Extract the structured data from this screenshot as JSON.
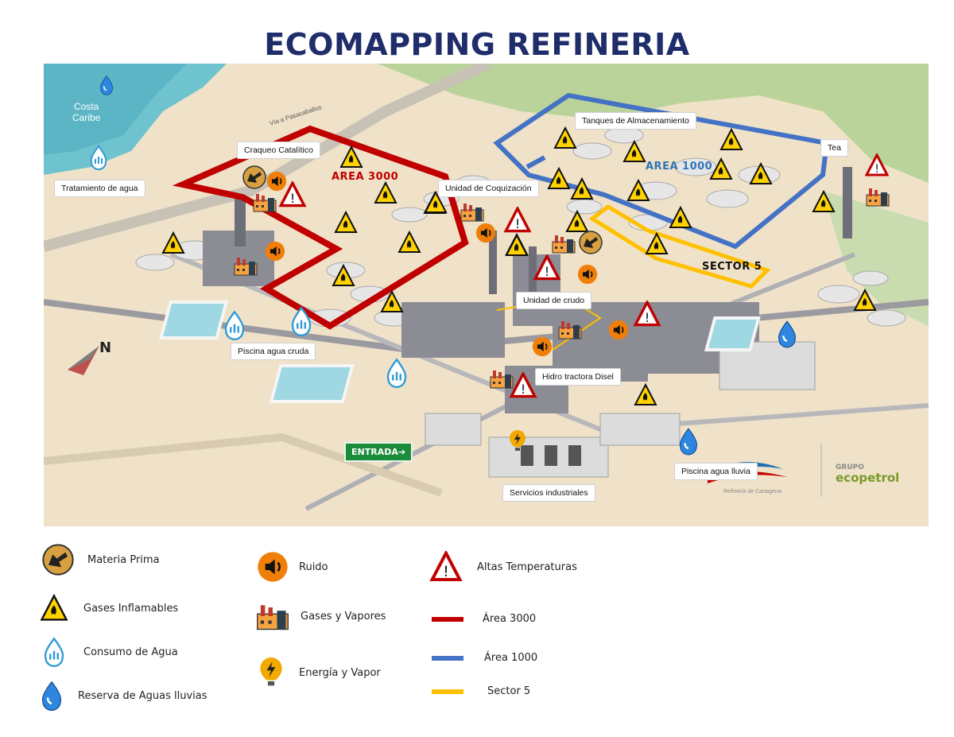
{
  "title": "ECOMAPPING REFINERIA",
  "colors": {
    "area3000": "#c00000",
    "area1000": "#4472c4",
    "sector5": "#ffc000",
    "title": "#1f2d6b"
  },
  "map": {
    "base_labels": {
      "costa": "Costa",
      "caribe": "Caribe",
      "via": "Vía a Pasacaballos"
    },
    "labels": {
      "tratamiento": "Tratamiento de agua",
      "craqueo": "Craqueo Catalítico",
      "coquizacion": "Unidad de Coquización",
      "tanques": "Tanques de Almacenamiento",
      "tea": "Tea",
      "crudo": "Unidad de crudo",
      "piscina_cruda": "Piscina agua cruda",
      "hidro": "Hidro tractora Disel",
      "servicios": "Servicios industriales",
      "piscina_lluvia": "Piscina agua lluvia"
    },
    "zones": {
      "area3000": "AREA 3000",
      "area1000": "AREA 1000",
      "sector5": "SECTOR 5"
    },
    "entrada": "ENTRADA➔",
    "north": "N",
    "logo": {
      "line1": "GRUPO",
      "line2": "ecopetrol",
      "left_caption": "Refinería de Cartagena"
    }
  },
  "legend": {
    "materia_prima": "Materia Prima",
    "gases_inflamables": "Gases Inflamables",
    "consumo_agua": "Consumo de Agua",
    "reserva_aguas": "Reserva de Aguas lluvias",
    "ruido": "Ruido",
    "gases_vapores": "Gases y Vapores",
    "energia_vapor": "Energía y Vapor",
    "altas_temp": "Altas Temperaturas",
    "area3000": "Área 3000",
    "area1000": "Área 1000",
    "sector5": "Sector 5"
  }
}
